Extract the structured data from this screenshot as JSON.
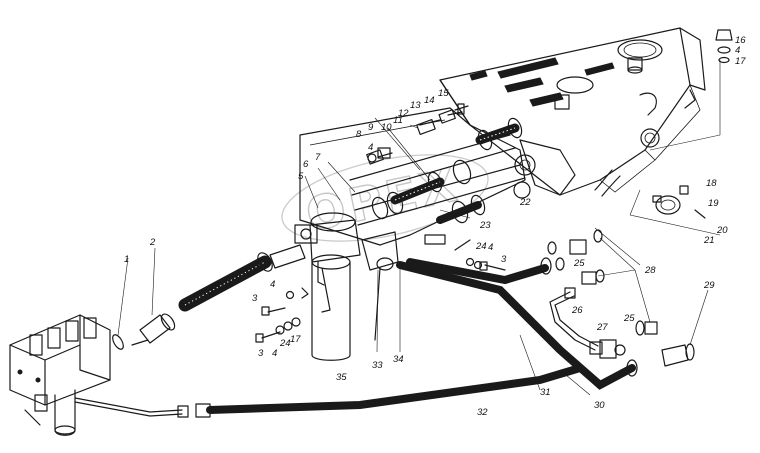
{
  "diagram": {
    "watermark_text": "OPEX",
    "callouts": [
      "1",
      "2",
      "3",
      "4",
      "5",
      "6",
      "7",
      "8",
      "9",
      "10",
      "11",
      "12",
      "13",
      "14",
      "15",
      "16",
      "17",
      "18",
      "19",
      "20",
      "21",
      "22",
      "23",
      "24",
      "25",
      "26",
      "27",
      "28",
      "29",
      "30",
      "31",
      "32",
      "33",
      "34",
      "35"
    ],
    "labels": {
      "n1": "1",
      "n2": "2",
      "n3a": "3",
      "n3b": "3",
      "n3c": "3",
      "n4a": "4",
      "n4b": "4",
      "n4c": "4",
      "n4d": "4",
      "n4e": "4",
      "n5": "5",
      "n6": "6",
      "n7": "7",
      "n8": "8",
      "n9": "9",
      "n10": "10",
      "n11": "11",
      "n12": "12",
      "n13": "13",
      "n14": "14",
      "n15": "15",
      "n16": "16",
      "n17a": "17",
      "n17b": "17",
      "n18": "18",
      "n19": "19",
      "n20": "20",
      "n21": "21",
      "n22": "22",
      "n23": "23",
      "n24a": "24",
      "n24b": "24",
      "n25a": "25",
      "n25b": "25",
      "n26": "26",
      "n27": "27",
      "n28": "28",
      "n29": "29",
      "n30": "30",
      "n31": "31",
      "n32": "32",
      "n33": "33",
      "n34": "34",
      "n35": "35"
    }
  }
}
